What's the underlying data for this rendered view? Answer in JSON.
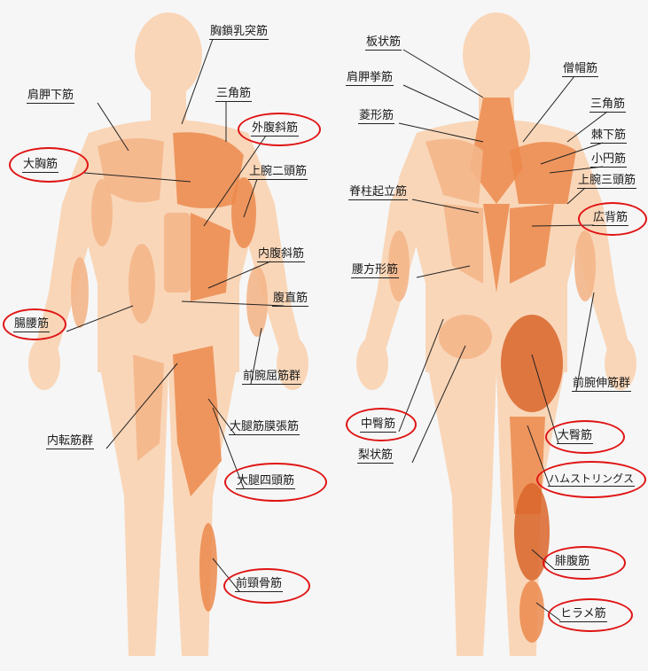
{
  "colors": {
    "skin": "#f9d6b8",
    "muscle_light": "#f4b68a",
    "muscle": "#ec8a4c",
    "muscle_dark": "#d9652a",
    "highlight_ring": "#e01414",
    "leader_line": "#222222"
  },
  "front_view": {
    "labels": [
      {
        "id": "kyosa",
        "text": "胸鎖乳突筋",
        "highlighted": false
      },
      {
        "id": "kenko-ka",
        "text": "肩胛下筋",
        "highlighted": false
      },
      {
        "id": "sankaku-front",
        "text": "三角筋",
        "highlighted": false
      },
      {
        "id": "gaifuku",
        "text": "外腹斜筋",
        "highlighted": true
      },
      {
        "id": "daikyo",
        "text": "大胸筋",
        "highlighted": true
      },
      {
        "id": "jowan-nitou",
        "text": "上腕二頭筋",
        "highlighted": false
      },
      {
        "id": "naifuku",
        "text": "内腹斜筋",
        "highlighted": false
      },
      {
        "id": "fukuchoku",
        "text": "腹直筋",
        "highlighted": false
      },
      {
        "id": "choyo",
        "text": "腸腰筋",
        "highlighted": true
      },
      {
        "id": "zenwan-kukkin",
        "text": "前腕屈筋群",
        "highlighted": false
      },
      {
        "id": "naiten",
        "text": "内転筋群",
        "highlighted": false
      },
      {
        "id": "daitai-kinmaku",
        "text": "大腿筋膜張筋",
        "highlighted": false
      },
      {
        "id": "daitai-shitou",
        "text": "大腿四頭筋",
        "highlighted": true
      },
      {
        "id": "zenkei",
        "text": "前頸骨筋",
        "highlighted": true
      }
    ]
  },
  "back_view": {
    "labels": [
      {
        "id": "banjo",
        "text": "板状筋",
        "highlighted": false
      },
      {
        "id": "kenko-kyo",
        "text": "肩胛挙筋",
        "highlighted": false
      },
      {
        "id": "soubo",
        "text": "僧帽筋",
        "highlighted": false
      },
      {
        "id": "sankaku-back",
        "text": "三角筋",
        "highlighted": false
      },
      {
        "id": "ryokei",
        "text": "菱形筋",
        "highlighted": false
      },
      {
        "id": "kyokka",
        "text": "棘下筋",
        "highlighted": false
      },
      {
        "id": "shoen",
        "text": "小円筋",
        "highlighted": false
      },
      {
        "id": "sekichu",
        "text": "脊柱起立筋",
        "highlighted": false
      },
      {
        "id": "jowan-santou",
        "text": "上腕三頭筋",
        "highlighted": false
      },
      {
        "id": "kohai",
        "text": "広背筋",
        "highlighted": true
      },
      {
        "id": "yohokei",
        "text": "腰方形筋",
        "highlighted": false
      },
      {
        "id": "zenwan-shinkin",
        "text": "前腕伸筋群",
        "highlighted": false
      },
      {
        "id": "chudan",
        "text": "中臀筋",
        "highlighted": true
      },
      {
        "id": "daidan",
        "text": "大臀筋",
        "highlighted": true
      },
      {
        "id": "rijo",
        "text": "梨状筋",
        "highlighted": false
      },
      {
        "id": "hamstrings",
        "text": "ハムストリングス",
        "highlighted": true
      },
      {
        "id": "hifuku",
        "text": "腓腹筋",
        "highlighted": true
      },
      {
        "id": "hirame",
        "text": "ヒラメ筋",
        "highlighted": true
      }
    ]
  }
}
